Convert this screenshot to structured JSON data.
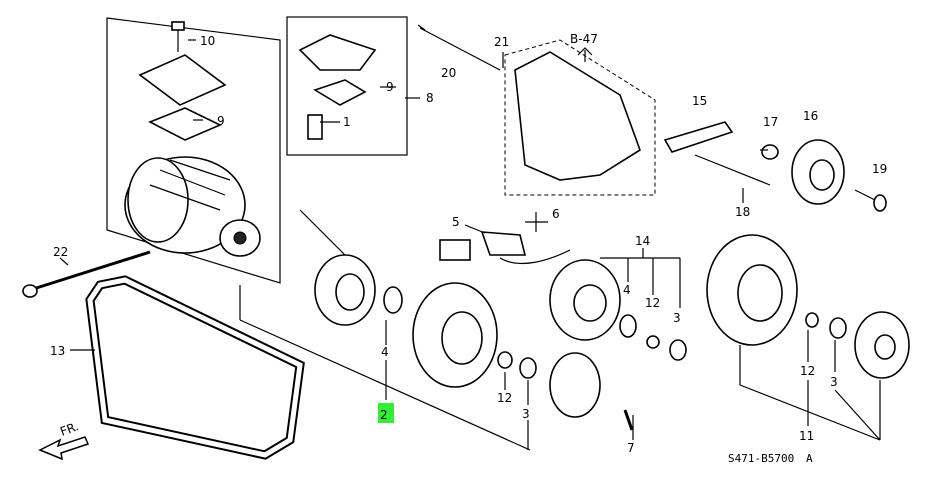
{
  "callouts": {
    "p1": "1",
    "p2": "2",
    "p3a": "3",
    "p3b": "3",
    "p3c": "3",
    "p4a": "4",
    "p4b": "4",
    "p5": "5",
    "p6": "6",
    "p7": "7",
    "p8": "8",
    "p9a": "9",
    "p9b": "9",
    "p10": "10",
    "p11": "11",
    "p12a": "12",
    "p12b": "12",
    "p12c": "12",
    "p13": "13",
    "p14": "14",
    "p15": "15",
    "p16": "16",
    "p17": "17",
    "p18": "18",
    "p19": "19",
    "p20": "20",
    "p21": "21",
    "p22": "22"
  },
  "reference": {
    "page_ref": "B-47",
    "diagram_code": "S471-B5700",
    "code_suffix": "A",
    "front_mark": "FR."
  },
  "colors": {
    "highlight": "#33ee33",
    "ink": "#000000"
  }
}
